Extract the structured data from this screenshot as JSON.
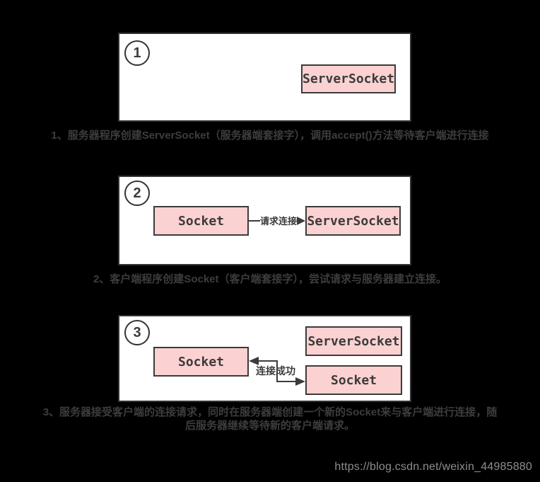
{
  "watermark": "https://blog.csdn.net/weixin_44985880",
  "colors": {
    "background": "#000000",
    "panel_bg": "#ffffff",
    "panel_border": "#333333",
    "box_bg": "#fcd1d1",
    "box_border": "#3b3b3b",
    "box_text": "#3b3b3b",
    "caption_text": "#3d3d3d",
    "watermark_text": "#8e8e8e",
    "connector": "#3b3b3b"
  },
  "steps": [
    {
      "number": "1",
      "server_socket_label": "ServerSocket",
      "caption": "1、服务器程序创建ServerSocket（服务器端套接字），调用accept()方法等待客户端进行连接"
    },
    {
      "number": "2",
      "socket_label": "Socket",
      "server_socket_label": "ServerSocket",
      "arrow_label": "请求连接",
      "caption": "2、客户端程序创建Socket（客户端套接字），尝试请求与服务器建立连接。"
    },
    {
      "number": "3",
      "client_socket_label": "Socket",
      "server_socket_label": "ServerSocket",
      "new_socket_label": "Socket",
      "arrow_label": "连接成功",
      "caption_line1": "3、服务器接受客户端的连接请求，同时在服务器端创建一个新的Socket来与客户端进行连接，随",
      "caption_line2": "后服务器继续等待新的客户端请求。"
    }
  ]
}
